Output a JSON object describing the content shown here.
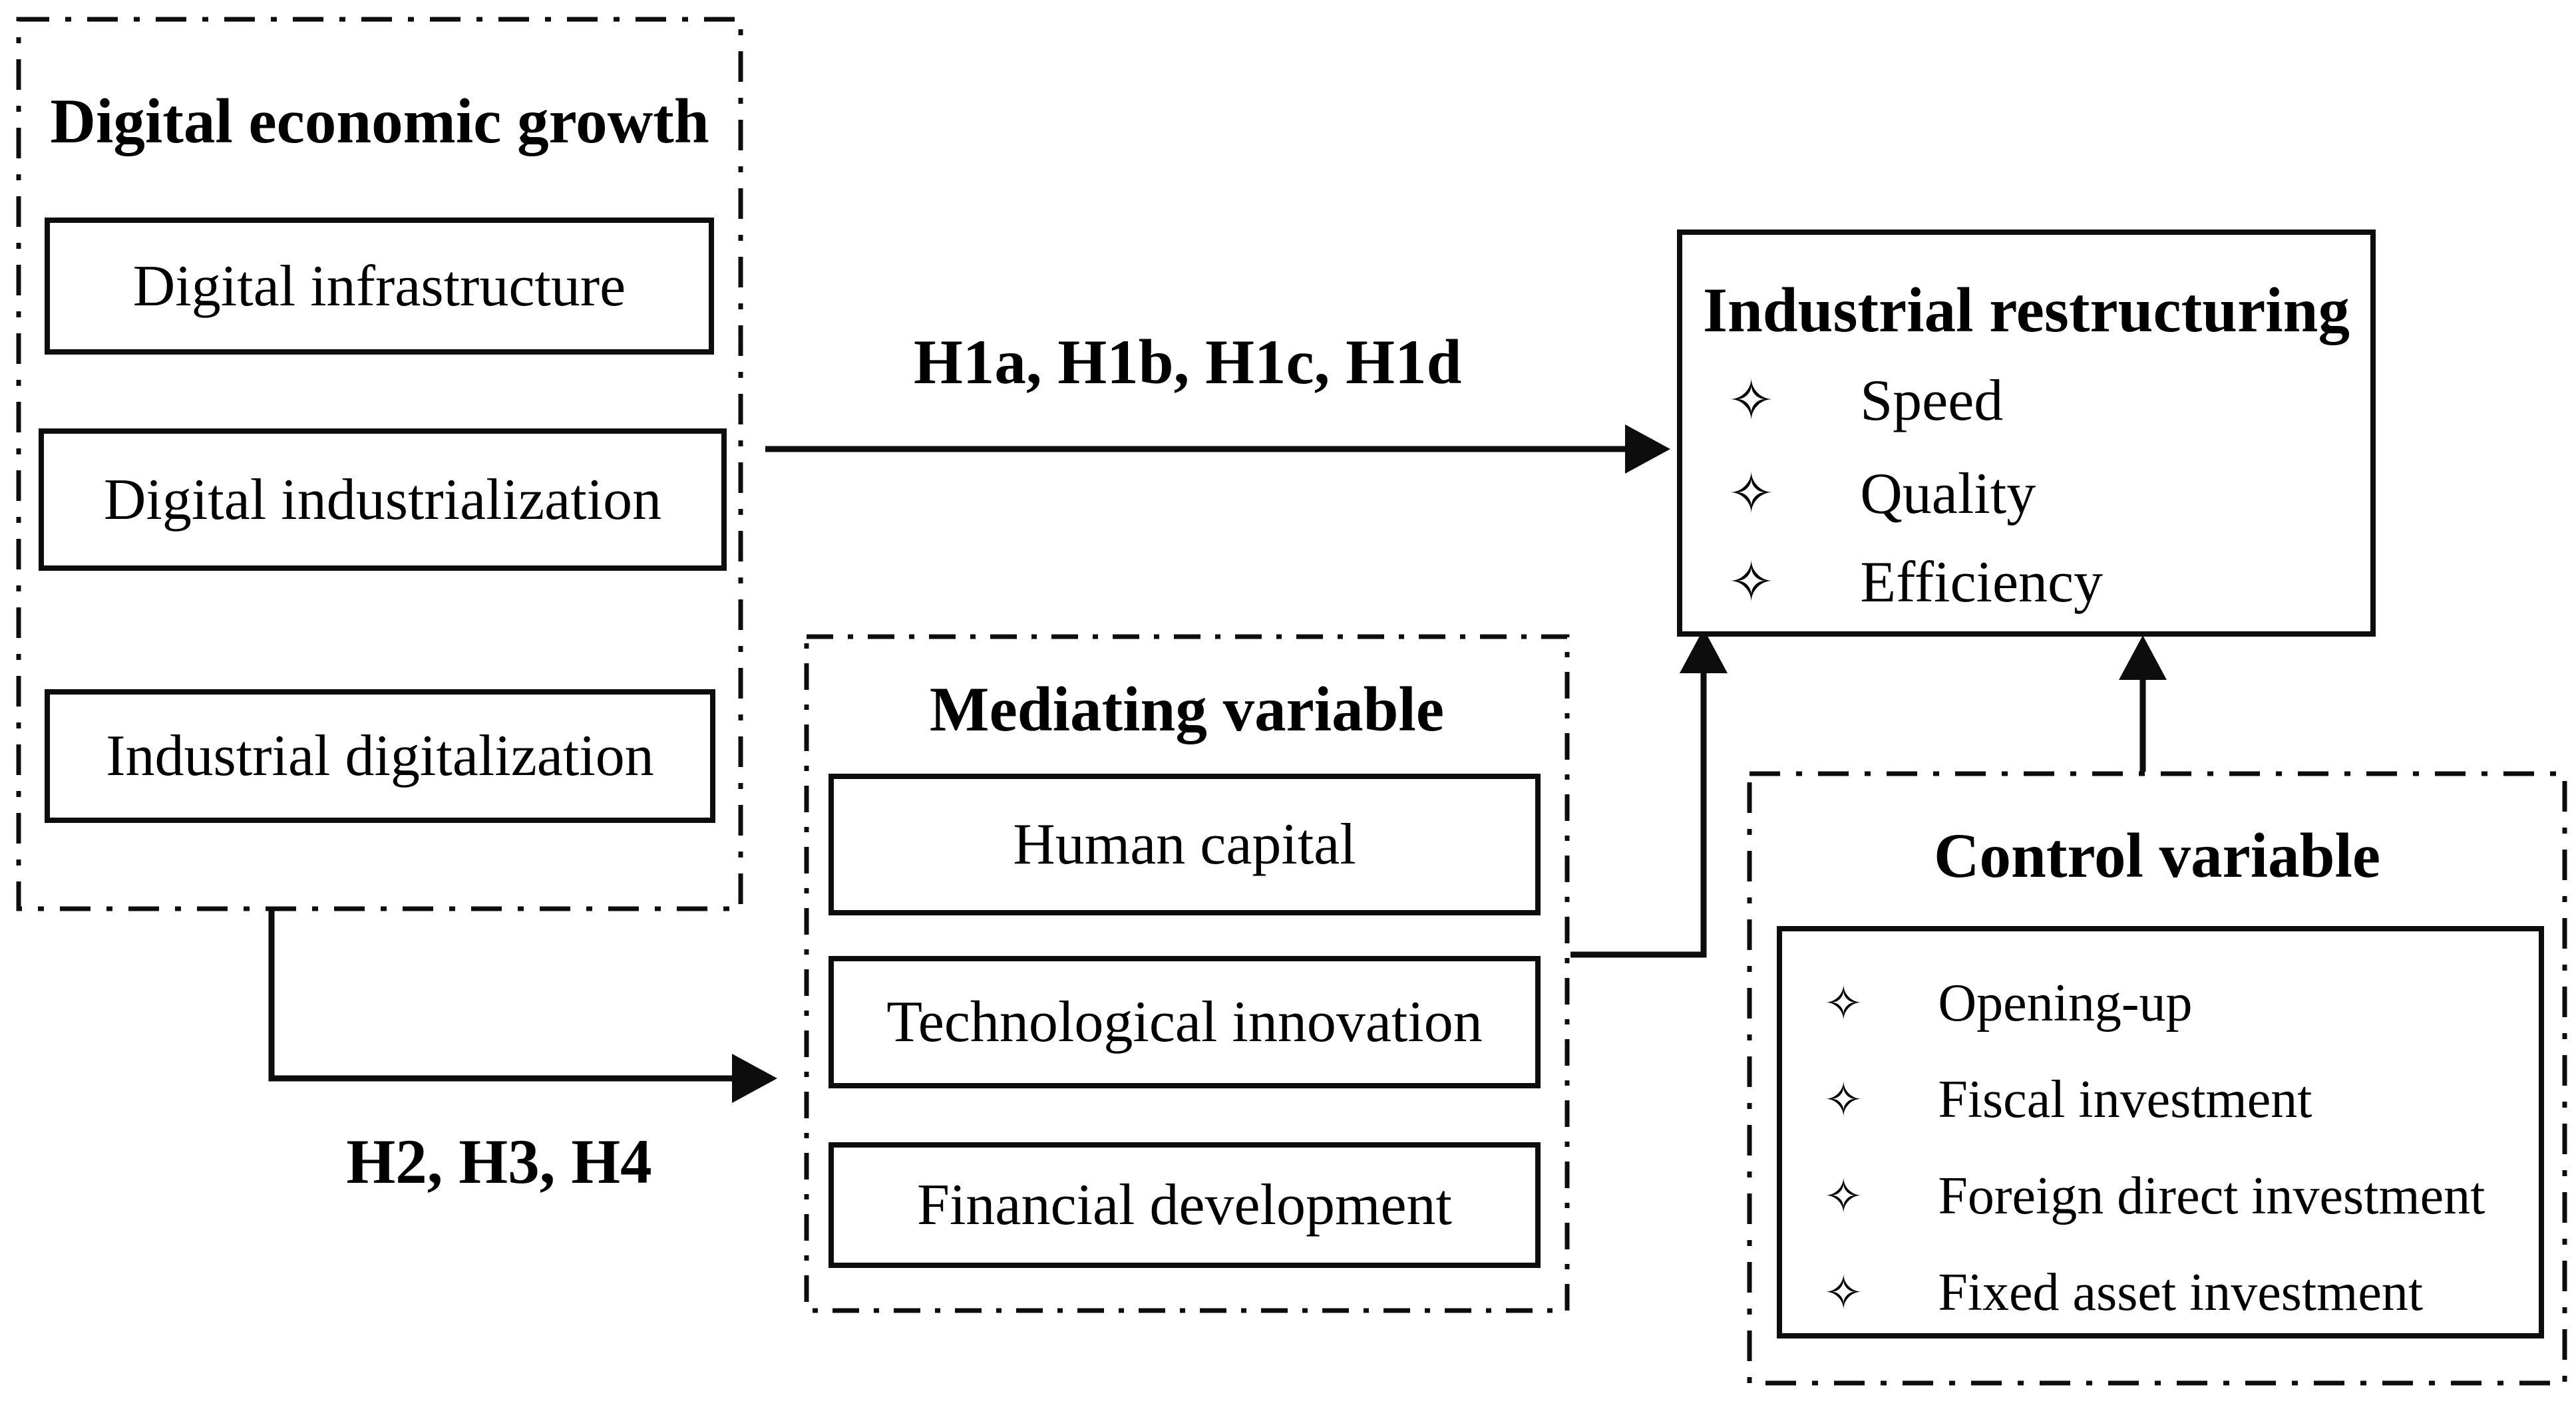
{
  "diagram": {
    "figure_type": "conceptual-framework",
    "colors": {
      "ink": "#0d0d0d",
      "background": "#ffffff"
    },
    "bullet_glyph": "✧",
    "digital_economic_growth": {
      "title": "Digital economic growth",
      "items": [
        {
          "label": "Digital infrastructure"
        },
        {
          "label": "Digital industrialization"
        },
        {
          "label": "Industrial digitalization"
        }
      ]
    },
    "mediating_variable": {
      "title": "Mediating variable",
      "items": [
        {
          "label": "Human capital"
        },
        {
          "label": "Technological innovation"
        },
        {
          "label": "Financial development"
        }
      ]
    },
    "industrial_restructuring": {
      "title": "Industrial restructuring",
      "items": [
        {
          "label": "Speed"
        },
        {
          "label": "Quality"
        },
        {
          "label": "Efficiency"
        }
      ]
    },
    "control_variable": {
      "title": "Control variable",
      "items": [
        {
          "label": "Opening-up"
        },
        {
          "label": "Fiscal investment"
        },
        {
          "label": "Foreign direct investment"
        },
        {
          "label": "Fixed asset investment"
        }
      ]
    },
    "labels": {
      "h1": "H1a, H1b, H1c, H1d",
      "h2": "H2, H3, H4"
    }
  }
}
